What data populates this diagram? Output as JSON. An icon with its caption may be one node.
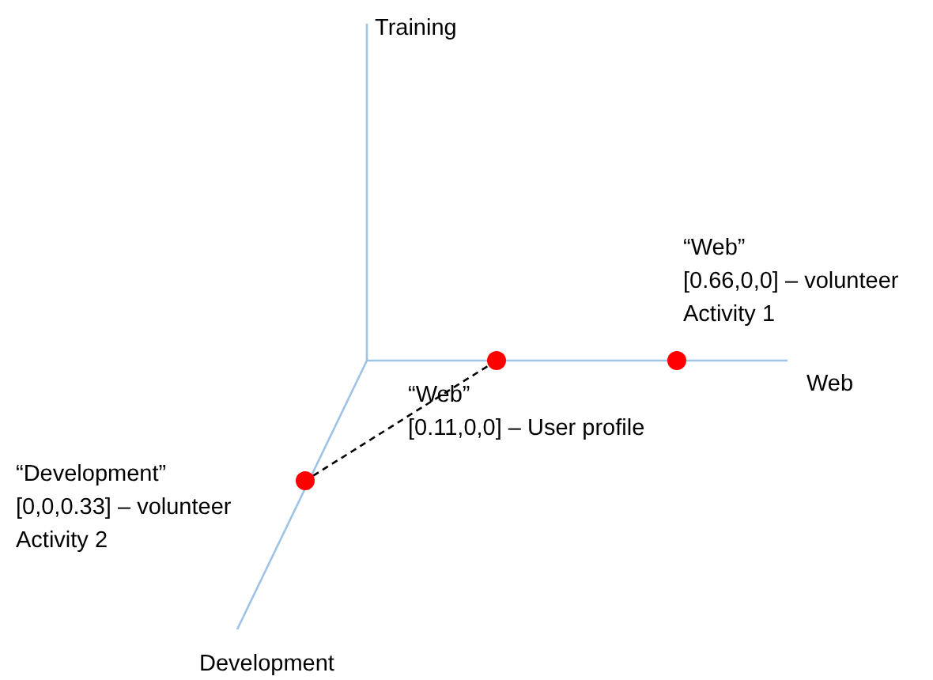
{
  "diagram": {
    "nodes": [
      {
        "text": [],
        "shape": "circle",
        "beside": [
          "“Development”",
          "[0,0,0.33] – volunteer Activity 2"
        ]
      },
      {
        "text": [],
        "shape": "circle",
        "beside": [
          "“Web”",
          "[0.11,0,0] – User profile"
        ]
      },
      {
        "text": [],
        "shape": "circle",
        "beside": [
          "“Web”",
          "[0.66,0,0] – volunteer Activity 1"
        ]
      }
    ],
    "edges": [
      {
        "from": 0,
        "to": 1,
        "arrow": "none",
        "style": "dashed",
        "color": "#000000"
      }
    ],
    "labels": [
      "Training",
      "Web",
      "Development"
    ]
  }
}
